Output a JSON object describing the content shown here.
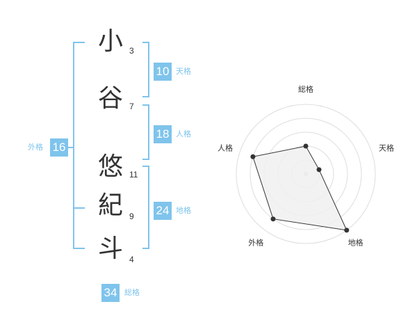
{
  "name": {
    "characters": [
      {
        "char": "小",
        "strokes": "3"
      },
      {
        "char": "谷",
        "strokes": "7"
      },
      {
        "char": "悠",
        "strokes": "11"
      },
      {
        "char": "紀",
        "strokes": "9"
      },
      {
        "char": "斗",
        "strokes": "4"
      }
    ]
  },
  "scores": {
    "tenkaku": {
      "label": "天格",
      "value": "10"
    },
    "jinkaku": {
      "label": "人格",
      "value": "18"
    },
    "chikaku": {
      "label": "地格",
      "value": "24"
    },
    "gaikaku": {
      "label": "外格",
      "value": "16"
    },
    "soukaku": {
      "label": "総格",
      "value": "34"
    }
  },
  "chart_data": {
    "type": "radar",
    "axes": [
      "総格",
      "天格",
      "地格",
      "外格",
      "人格"
    ],
    "rings": 5,
    "scale_max": 5,
    "values": [
      2,
      1,
      5,
      4,
      4
    ],
    "colors": {
      "fill": "#f0f0f0",
      "stroke": "#333333",
      "grid": "#dddddd",
      "accent": "#7fc4ec"
    }
  }
}
